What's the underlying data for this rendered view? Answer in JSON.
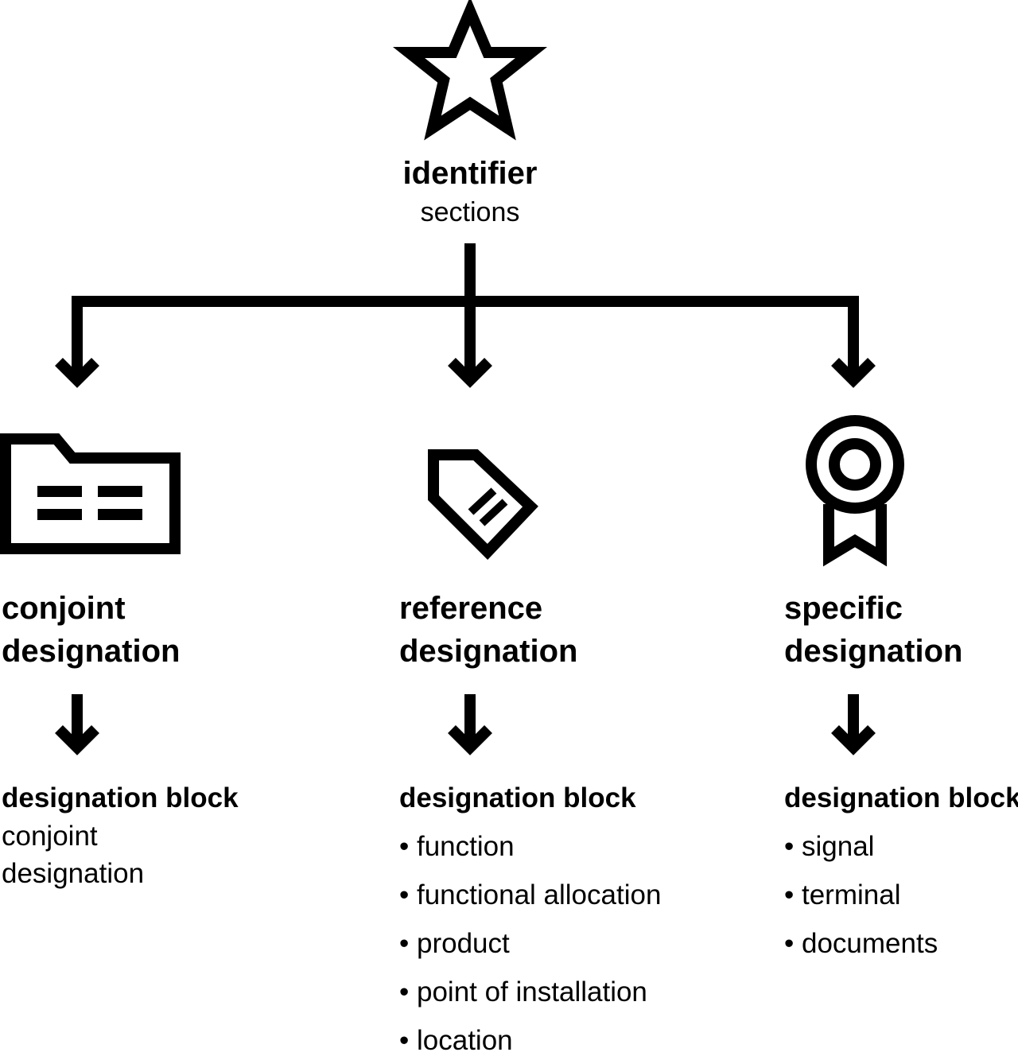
{
  "root": {
    "title": "identifier",
    "subtitle": "sections",
    "icon": "star-icon"
  },
  "columns": [
    {
      "icon": "folder-icon",
      "title_line1": "conjoint",
      "title_line2": "designation",
      "block_title": "designation block",
      "block_lines": [
        "conjoint",
        "designation"
      ]
    },
    {
      "icon": "tag-icon",
      "title_line1": "reference",
      "title_line2": "designation",
      "block_title": "designation block",
      "items": [
        "function",
        "functional allocation",
        "product",
        "point of installation",
        "location"
      ]
    },
    {
      "icon": "award-badge-icon",
      "title_line1": "specific",
      "title_line2": "designation",
      "block_title": "designation block",
      "items": [
        "signal",
        "terminal",
        "documents"
      ]
    }
  ],
  "colors": {
    "stroke": "#000000",
    "background": "#ffffff"
  }
}
